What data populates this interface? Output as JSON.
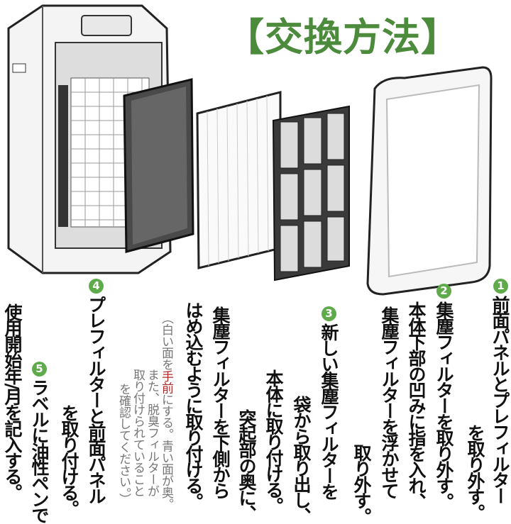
{
  "title": "【交換方法】",
  "steps": [
    {
      "number": "1",
      "lines": [
        "前面パネルとプレフィルター",
        "を取り外す。"
      ]
    },
    {
      "number": "2",
      "lines": [
        "集塵フィルターを取り外す。",
        "本体下部の凹みに指を入れ、",
        "集塵フィルターを浮かせて",
        "取り外す。"
      ]
    },
    {
      "number": "3",
      "lines": [
        "新しい集塵フィルターを",
        "袋から取り出し、",
        "本体に取り付ける。",
        "突起部の奥に、",
        "集塵フィルターを下側から",
        "はめ込むように取り付ける。"
      ],
      "note": {
        "l1_a": "（白い面を",
        "l1_red": "手前",
        "l1_b": "にする。青い面が奥。",
        "l2": "また、脱臭フィルターが",
        "l3": "取り付けられていること",
        "l4": "を確認してください。）"
      }
    },
    {
      "number": "4",
      "lines": [
        "プレフィルターと前面パネル",
        "を取り付ける。"
      ]
    },
    {
      "number": "5",
      "lines": [
        "ラベルに油性ペンで",
        "使用開始年/月を記入する。"
      ]
    }
  ],
  "colors": {
    "title": "#4b8b3b",
    "marker": "#5faa4a",
    "accent_red": "#b02a2a"
  }
}
